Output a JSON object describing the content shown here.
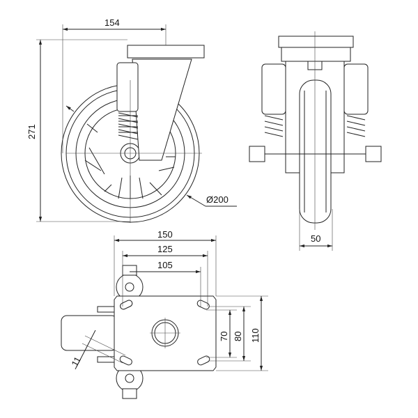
{
  "dimensions": {
    "swivel_offset": "154",
    "overall_height": "271",
    "wheel_diameter": "Ø200",
    "wheel_width": "50",
    "plate_length": "150",
    "hole_spacing_outer": "125",
    "hole_spacing_inner": "105",
    "hole_spacing_width_inner": "70",
    "hole_spacing_width_outer": "80",
    "plate_width": "110",
    "slot_width": "11"
  }
}
